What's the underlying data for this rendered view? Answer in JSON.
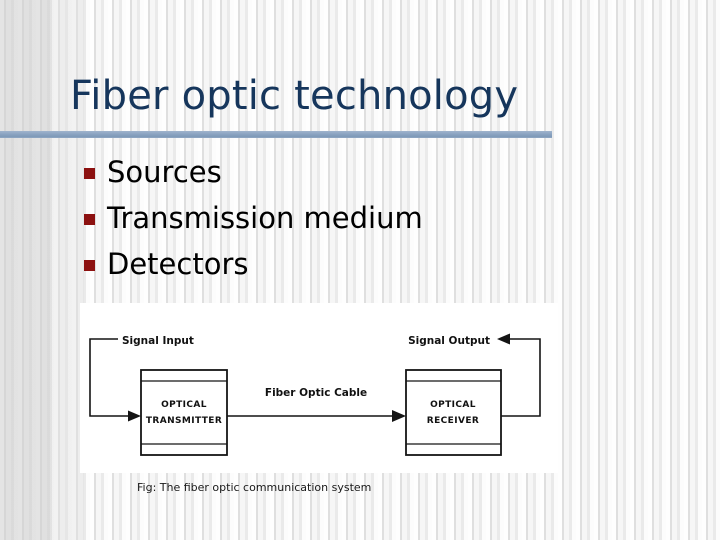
{
  "slide": {
    "title": "Fiber optic technology",
    "accent_color": "#16365c",
    "rule_color": "#8ba4c1",
    "bullet_color": "#8c1110",
    "background_color": "#f4f4f4"
  },
  "bullets": [
    {
      "marker": "square-bullet-icon",
      "label": "Sources"
    },
    {
      "marker": "square-bullet-icon",
      "label": "Transmission medium"
    },
    {
      "marker": "square-bullet-icon",
      "label": "Detectors"
    }
  ],
  "figure": {
    "caption": "Fig: The fiber optic communication system",
    "labels": {
      "signal_input": "Signal Input",
      "signal_output": "Signal Output",
      "cable": "Fiber Optic Cable",
      "transmitter_line1": "OPTICAL",
      "transmitter_line2": "TRANSMITTER",
      "receiver_line1": "OPTICAL",
      "receiver_line2": "RECEIVER"
    }
  }
}
